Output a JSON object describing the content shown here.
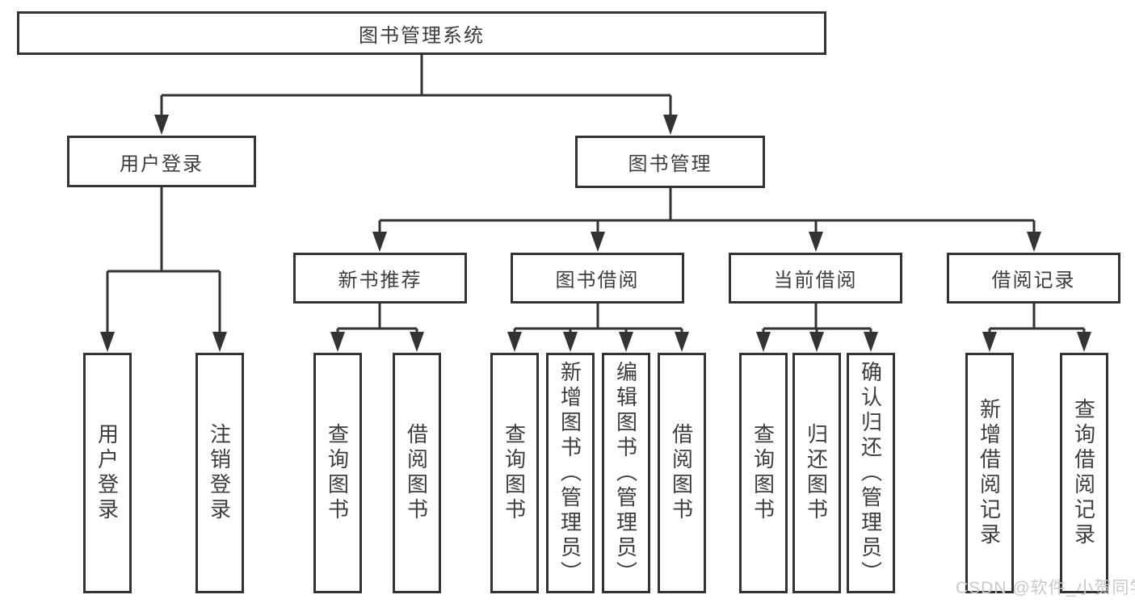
{
  "diagram": {
    "type": "hierarchy-tree",
    "watermark": "CSDN @软件_小贺同学",
    "colors": {
      "background": "#ffffff",
      "line": "#333333",
      "box_border": "#333333",
      "box_fill": "#ffffff",
      "text": "#3d3d3d",
      "watermark": "#c9c9c9"
    },
    "tree": {
      "label": "图书管理系统",
      "children": [
        {
          "label": "用户登录",
          "children": [
            {
              "label": "用户登录"
            },
            {
              "label": "注销登录"
            }
          ]
        },
        {
          "label": "图书管理",
          "children": [
            {
              "label": "新书推荐",
              "children": [
                {
                  "label": "查询图书"
                },
                {
                  "label": "借阅图书"
                }
              ]
            },
            {
              "label": "图书借阅",
              "children": [
                {
                  "label": "查询图书"
                },
                {
                  "label": "新增图书（管理员）"
                },
                {
                  "label": "编辑图书（管理员）"
                },
                {
                  "label": "借阅图书"
                }
              ]
            },
            {
              "label": "当前借阅",
              "children": [
                {
                  "label": "查询图书"
                },
                {
                  "label": "归还图书"
                },
                {
                  "label": "确认归还（管理员）"
                }
              ]
            },
            {
              "label": "借阅记录",
              "children": [
                {
                  "label": "新增借阅记录"
                },
                {
                  "label": "查询借阅记录"
                }
              ]
            }
          ]
        }
      ]
    }
  }
}
